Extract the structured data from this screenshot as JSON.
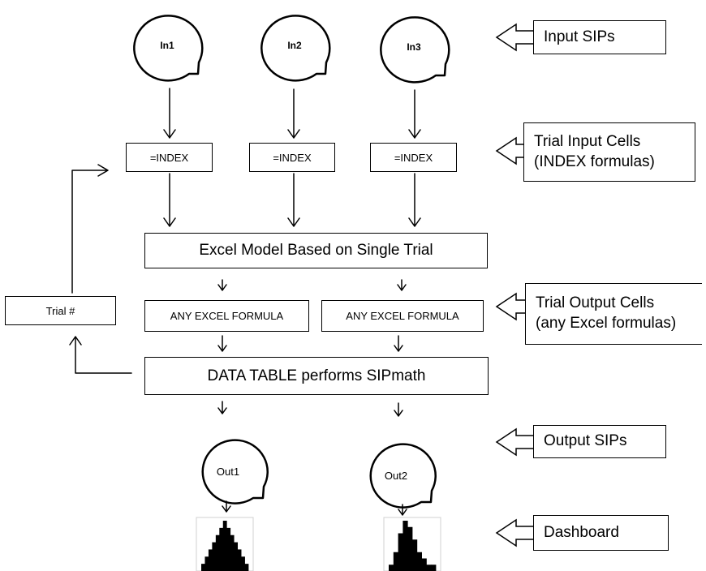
{
  "input_sips": [
    "In1",
    "In2",
    "In3"
  ],
  "index_cells": [
    "=INDEX",
    "=INDEX",
    "=INDEX"
  ],
  "model_label": "Excel Model Based on Single Trial",
  "output_formulas": [
    "ANY EXCEL FORMULA",
    "ANY EXCEL FORMULA"
  ],
  "trial_label": "Trial #",
  "data_table_label": "DATA TABLE performs SIPmath",
  "output_sips": [
    "Out1",
    "Out2"
  ],
  "callouts": {
    "input_sips": "Input SIPs",
    "trial_input": [
      "Trial Input Cells",
      "(INDEX formulas)"
    ],
    "trial_output": [
      "Trial Output Cells",
      "(any Excel formulas)"
    ],
    "output_sips": "Output SIPs",
    "dashboard": "Dashboard"
  },
  "histograms": [
    {
      "shape": "symmetric",
      "values": [
        1,
        2,
        3,
        4,
        5,
        6,
        7,
        6,
        5,
        4,
        3,
        2,
        1
      ]
    },
    {
      "shape": "right-skewed",
      "values": [
        1,
        3,
        6,
        8,
        7,
        5,
        3,
        2,
        1,
        1
      ]
    }
  ],
  "colors": {
    "line": "#000000",
    "background": "#ffffff",
    "histogram_border": "#d0d0d0"
  }
}
